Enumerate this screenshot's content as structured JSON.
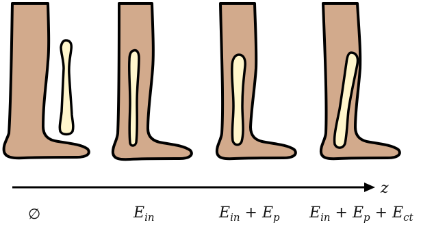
{
  "axis": {
    "label": "z"
  },
  "panels": [
    {
      "id": "empty",
      "label": "∅",
      "terms": []
    },
    {
      "id": "ein",
      "label": "E_in",
      "terms": [
        {
          "base": "E",
          "sub": "in"
        }
      ]
    },
    {
      "id": "ein-ep",
      "label": "E_in + E_p",
      "terms": [
        {
          "base": "E",
          "sub": "in"
        },
        {
          "base": "E",
          "sub": "p"
        }
      ]
    },
    {
      "id": "ein-ep-ect",
      "label": "E_in + E_p + E_ct",
      "terms": [
        {
          "base": "E",
          "sub": "in"
        },
        {
          "base": "E",
          "sub": "p"
        },
        {
          "base": "E",
          "sub": "ct"
        }
      ]
    }
  ],
  "colors": {
    "skin": "#D2AA8C",
    "bone": "#FFF6CC",
    "outline": "#000000",
    "arrow": "#000000"
  }
}
